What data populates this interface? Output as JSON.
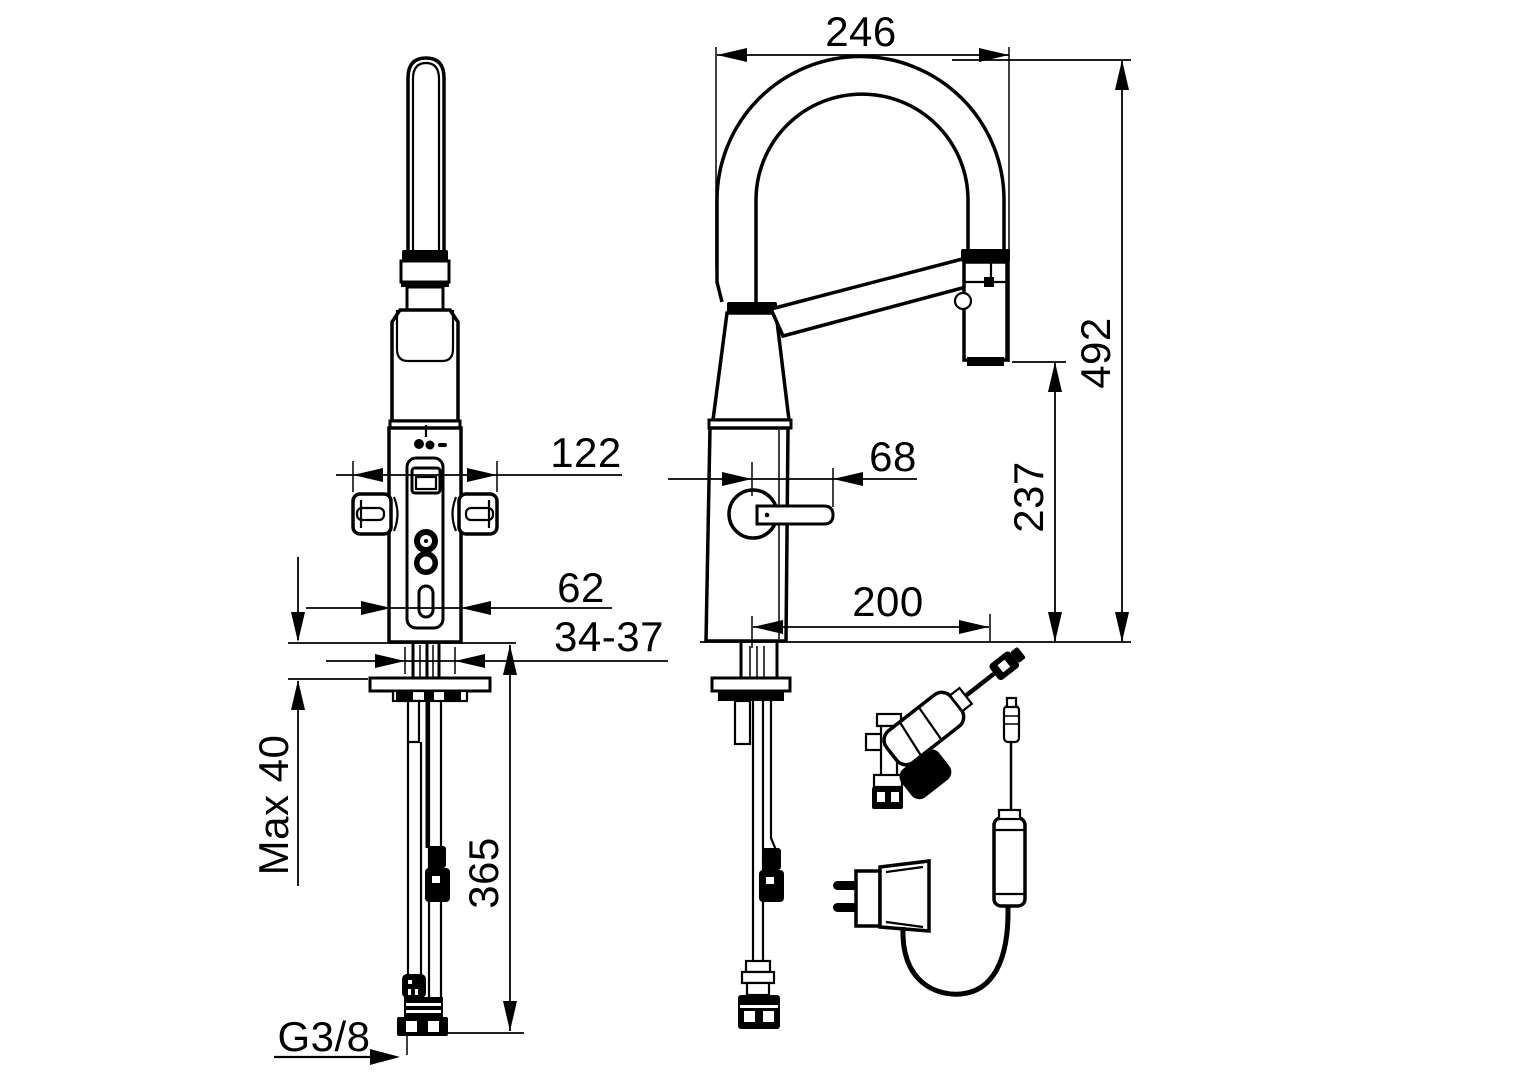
{
  "drawing": {
    "background_color": "#ffffff",
    "line_color": "#000000",
    "dims": {
      "spout_reach": "246",
      "overall_height": "492",
      "outlet_height": "237",
      "handle_width": "122",
      "lever_projection": "68",
      "body_width": "62",
      "mounting_hole": "34-37",
      "max_counter_thickness": "Max 40",
      "hose_length": "365",
      "spout_projection": "200",
      "supply_thread": "G3/8"
    }
  }
}
